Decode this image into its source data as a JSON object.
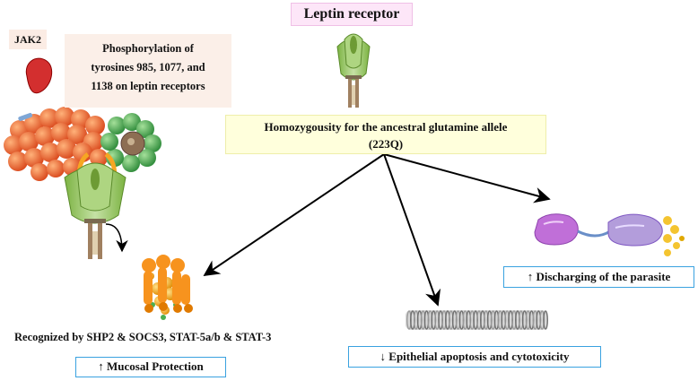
{
  "title": "Leptin receptor",
  "jak2_label": "JAK2",
  "phosphorylation": {
    "line1": "Phosphorylation of",
    "line2": "tyrosines 985, 1077, and",
    "line3": "1138 on leptin receptors"
  },
  "homozygosity": {
    "line1": "Homozygousity for the ancestral glutamine allele",
    "line2": "(223Q)"
  },
  "recognized": "Recognized by SHP2 & SOCS3, STAT-5a/b & STAT-3",
  "outcomes": {
    "mucosal": "↑ Mucosal Protection",
    "epithelial": "↓ Epithelial apoptosis and cytotoxicity",
    "discharge": "↑ Discharging of the parasite"
  },
  "colors": {
    "receptor_green": "#9ccc65",
    "jak2_red": "#d32f2f",
    "complex_orange": "#f06a2a",
    "complex_green": "#43a047",
    "outcome_border": "#3aa2e0",
    "parasite_purple": "#b388ff",
    "stat_gold": "#f2a71b"
  }
}
